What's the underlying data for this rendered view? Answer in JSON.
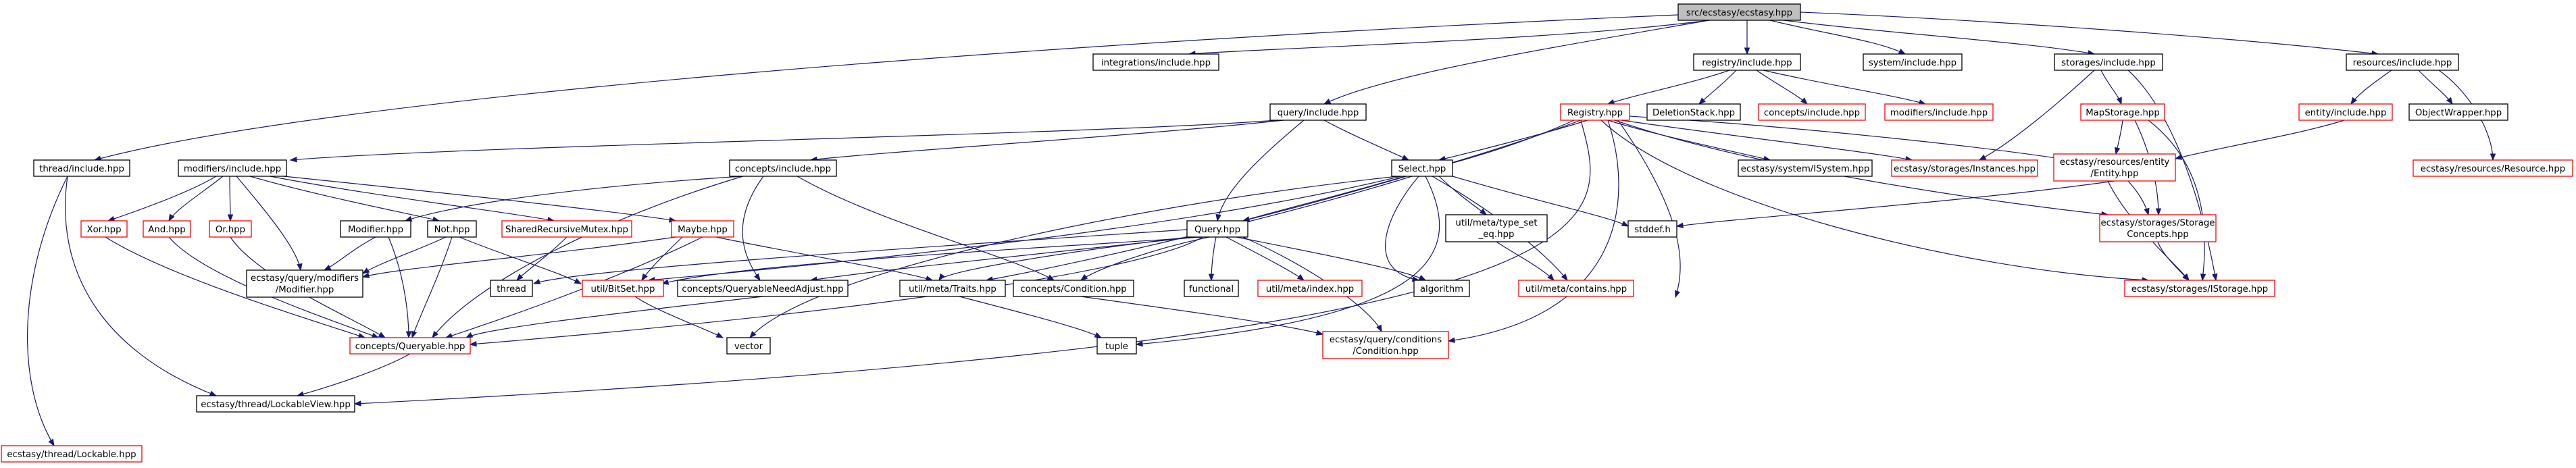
{
  "colors": {
    "root_fill": "#bfbfbf",
    "border_black": "#000000",
    "border_red": "#ff0000",
    "edge": "#191970"
  },
  "nodes": {
    "root": {
      "text": "src/ecstasy/ecstasy.hpp"
    },
    "integrations": {
      "text": "integrations/include.hpp"
    },
    "registry_inc": {
      "text": "registry/include.hpp"
    },
    "system_inc": {
      "text": "system/include.hpp"
    },
    "storages_inc": {
      "text": "storages/include.hpp"
    },
    "resources_inc": {
      "text": "resources/include.hpp"
    },
    "query_inc": {
      "text": "query/include.hpp"
    },
    "thread_inc": {
      "text": "thread/include.hpp"
    },
    "registry_hpp": {
      "text": "Registry.hpp"
    },
    "deletionstack": {
      "text": "DeletionStack.hpp"
    },
    "concepts_inc_r": {
      "text": "concepts/include.hpp"
    },
    "modifiers_inc_r": {
      "text": "modifiers/include.hpp"
    },
    "mapstorage": {
      "text": "MapStorage.hpp"
    },
    "entity_inc": {
      "text": "entity/include.hpp"
    },
    "objectwrapper": {
      "text": "ObjectWrapper.hpp"
    },
    "resource_hpp": {
      "text": "ecstasy/resources/Resource.hpp"
    },
    "modifiers_inc_q": {
      "text": "modifiers/include.hpp"
    },
    "concepts_inc_q": {
      "text": "concepts/include.hpp"
    },
    "select_hpp": {
      "text": "Select.hpp"
    },
    "isystem": {
      "text": "ecstasy/system/ISystem.hpp"
    },
    "instances": {
      "text": "ecstasy/storages/Instances.hpp"
    },
    "entity_hpp": {
      "line1": "ecstasy/resources/entity",
      "line2": "/Entity.hpp"
    },
    "xor_hpp": {
      "text": "Xor.hpp"
    },
    "and_hpp": {
      "text": "And.hpp"
    },
    "or_hpp": {
      "text": "Or.hpp"
    },
    "modifier_hpp": {
      "text": "Modifier.hpp"
    },
    "not_hpp": {
      "text": "Not.hpp"
    },
    "shared_mutex": {
      "text": "SharedRecursiveMutex.hpp"
    },
    "maybe_hpp": {
      "text": "Maybe.hpp"
    },
    "query_hpp": {
      "text": "Query.hpp"
    },
    "type_set_eq": {
      "line1": "util/meta/type_set",
      "line2": "_eq.hpp"
    },
    "stddef": {
      "text": "stddef.h"
    },
    "storage_concepts": {
      "line1": "ecstasy/storages/Storage",
      "line2": "Concepts.hpp"
    },
    "ecstasy_modifier": {
      "line1": "ecstasy/query/modifiers",
      "line2": "/Modifier.hpp"
    },
    "thread_std": {
      "text": "thread"
    },
    "bitset": {
      "text": "util/BitSet.hpp"
    },
    "queryable_need_adjust": {
      "text": "concepts/QueryableNeedAdjust.hpp"
    },
    "traits": {
      "text": "util/meta/Traits.hpp"
    },
    "condition_hpp": {
      "text": "concepts/Condition.hpp"
    },
    "functional": {
      "text": "functional"
    },
    "index_hpp": {
      "text": "util/meta/index.hpp"
    },
    "algorithm": {
      "text": "algorithm"
    },
    "contains_hpp": {
      "text": "util/meta/contains.hpp"
    },
    "istorage": {
      "text": "ecstasy/storages/IStorage.hpp"
    },
    "queryable": {
      "text": "concepts/Queryable.hpp"
    },
    "vector": {
      "text": "vector"
    },
    "tuple": {
      "text": "tuple"
    },
    "query_condition": {
      "line1": "ecstasy/query/conditions",
      "line2": "/Condition.hpp"
    },
    "lockableview": {
      "text": "ecstasy/thread/LockableView.hpp"
    },
    "lockable": {
      "text": "ecstasy/thread/Lockable.hpp"
    }
  }
}
